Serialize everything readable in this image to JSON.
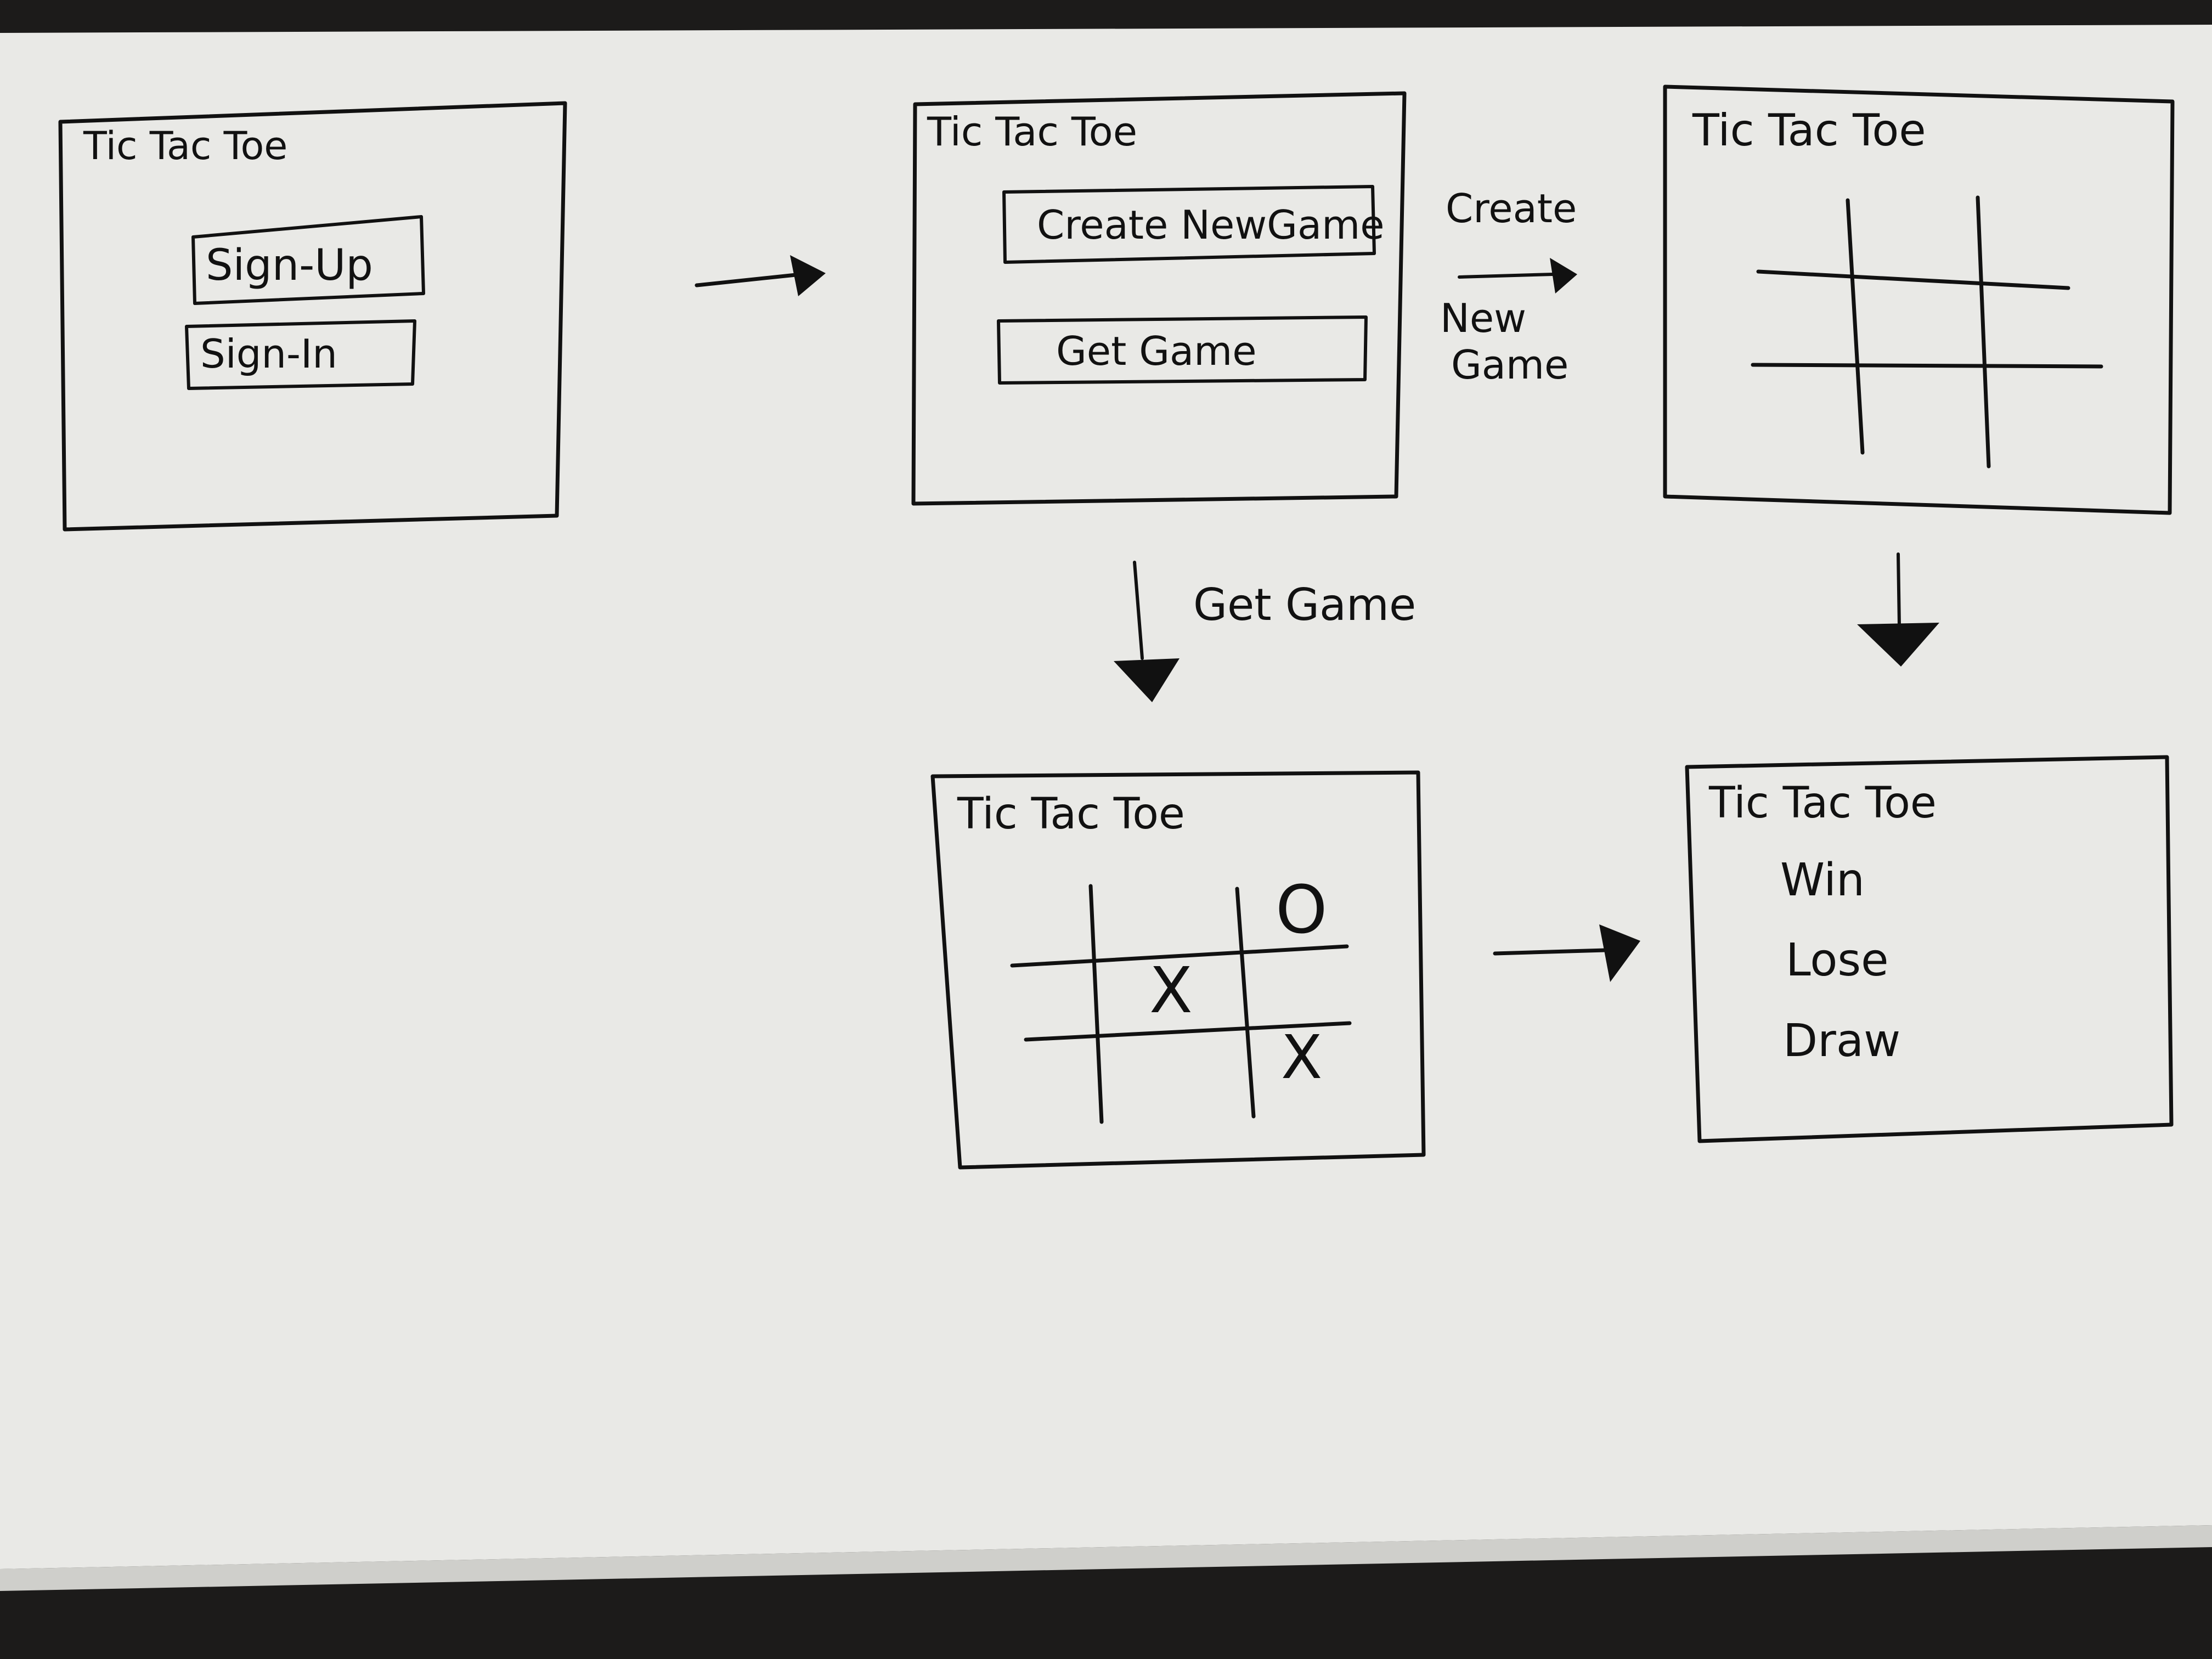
{
  "screens": {
    "login": {
      "title": "Tic Tac Toe",
      "buttons": [
        "Sign-Up",
        "Sign-In"
      ]
    },
    "menu": {
      "title": "Tic Tac Toe",
      "buttons": [
        "Create NewGame",
        "Get Game"
      ]
    },
    "new_game_board": {
      "title": "Tic Tac Toe"
    },
    "existing_game_board": {
      "title": "Tic Tac Toe",
      "marks": [
        "O",
        "X",
        "X"
      ]
    },
    "result": {
      "title": "Tic Tac Toe",
      "outcomes": [
        "Win",
        "Lose",
        "Draw"
      ]
    }
  },
  "transitions": {
    "create_label_line1": "Create",
    "create_label_line2": "New",
    "create_label_line3": "Game",
    "get_game_label": "Get Game"
  },
  "colors": {
    "paper": "#e9e9e6",
    "ink": "#111111",
    "background": "#1c1b1a"
  }
}
